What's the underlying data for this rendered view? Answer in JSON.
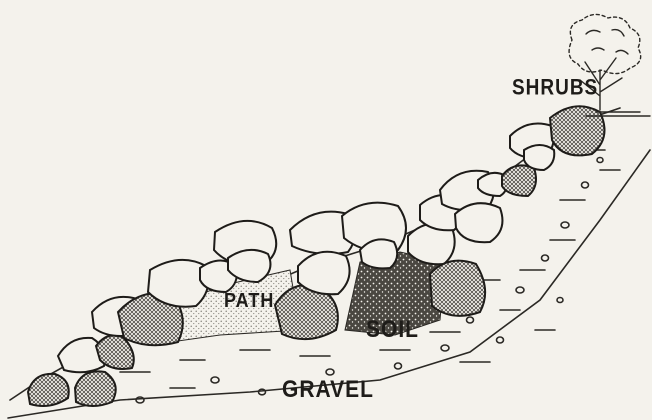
{
  "labels": {
    "shrubs": "SHRUBS",
    "path": "PATH",
    "soil": "SOIL",
    "gravel": "GRAVEL"
  },
  "colors": {
    "background": "#f4f2ec",
    "ink": "#1e1c19"
  }
}
